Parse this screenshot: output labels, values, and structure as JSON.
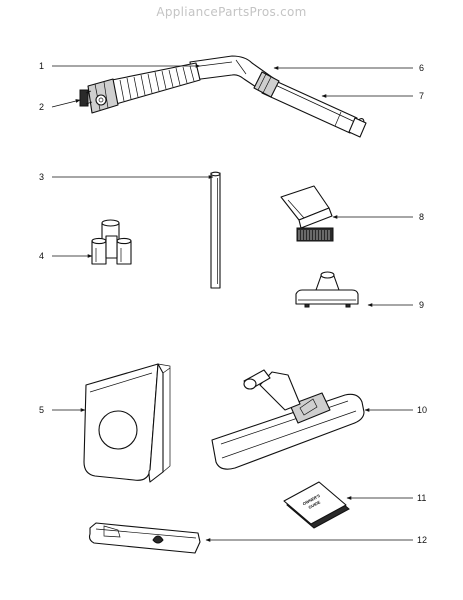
{
  "watermark": "AppliancePartsPros.com",
  "callouts": {
    "c1": "1",
    "c2": "2",
    "c3": "3",
    "c4": "4",
    "c5": "5",
    "c6": "6",
    "c7": "7",
    "c8": "8",
    "c9": "9",
    "c10": "10",
    "c11": "11",
    "c12": "12"
  },
  "manual_cover_text": [
    "OWNER'S",
    "GUIDE"
  ],
  "parts": [
    {
      "callout": "1",
      "icon": "hose-icon"
    },
    {
      "callout": "2",
      "icon": "hose-end-connector-icon"
    },
    {
      "callout": "3",
      "icon": "extension-wand-icon"
    },
    {
      "callout": "4",
      "icon": "tool-holder-icon"
    },
    {
      "callout": "5",
      "icon": "dust-bag-icon"
    },
    {
      "callout": "6",
      "icon": "hose-handle-icon"
    },
    {
      "callout": "7",
      "icon": "wand-icon"
    },
    {
      "callout": "8",
      "icon": "dusting-brush-icon"
    },
    {
      "callout": "9",
      "icon": "upholstery-tool-icon"
    },
    {
      "callout": "10",
      "icon": "floor-tool-icon"
    },
    {
      "callout": "11",
      "icon": "owners-guide-icon"
    },
    {
      "callout": "12",
      "icon": "crevice-tool-icon"
    }
  ]
}
